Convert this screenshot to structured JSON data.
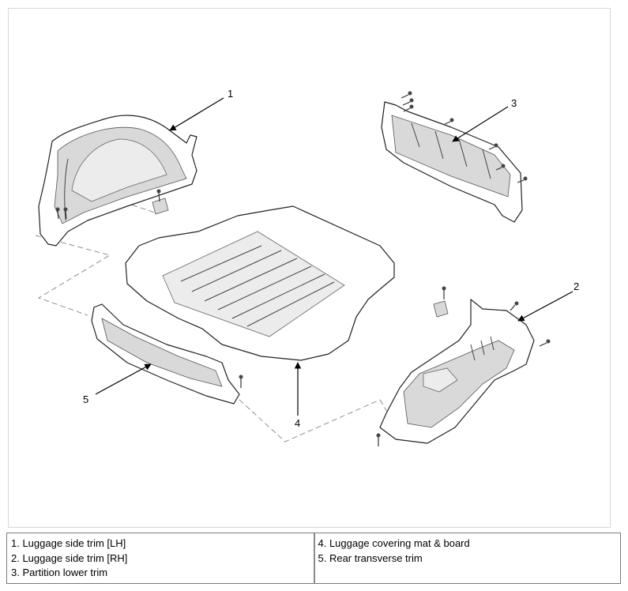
{
  "callouts": [
    "1",
    "2",
    "3",
    "4",
    "5"
  ],
  "legend": {
    "left": [
      "1. Luggage side trim [LH]",
      "2. Luggage side trim [RH]",
      "3. Partition lower trim"
    ],
    "right": [
      "4. Luggage covering mat & board",
      "5. Rear transverse trim"
    ]
  }
}
